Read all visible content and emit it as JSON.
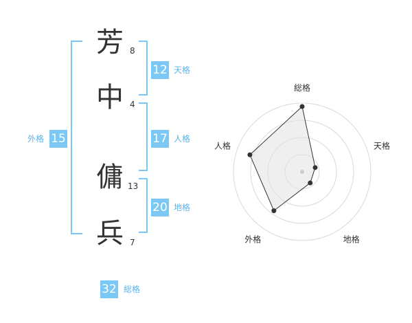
{
  "name": {
    "chars": [
      {
        "char": "芳",
        "strokes": "8"
      },
      {
        "char": "中",
        "strokes": "4"
      },
      {
        "char": "傭",
        "strokes": "13"
      },
      {
        "char": "兵",
        "strokes": "7"
      }
    ]
  },
  "scores": {
    "tenkaku": {
      "value": "12",
      "label": "天格"
    },
    "jinkaku": {
      "value": "17",
      "label": "人格"
    },
    "chikaku": {
      "value": "20",
      "label": "地格"
    },
    "gaikaku": {
      "value": "15",
      "label": "外格"
    },
    "soukaku": {
      "value": "32",
      "label": "総格"
    }
  },
  "colors": {
    "badge": "#7cc8f4",
    "label": "#5bb4ea",
    "bracket": "#7cc8f4"
  },
  "chart_data": {
    "type": "radar",
    "axes": [
      "総格",
      "天格",
      "地格",
      "外格",
      "人格"
    ],
    "values": [
      0.95,
      0.2,
      0.2,
      0.7,
      0.8
    ],
    "max": 1,
    "rings": 4
  }
}
